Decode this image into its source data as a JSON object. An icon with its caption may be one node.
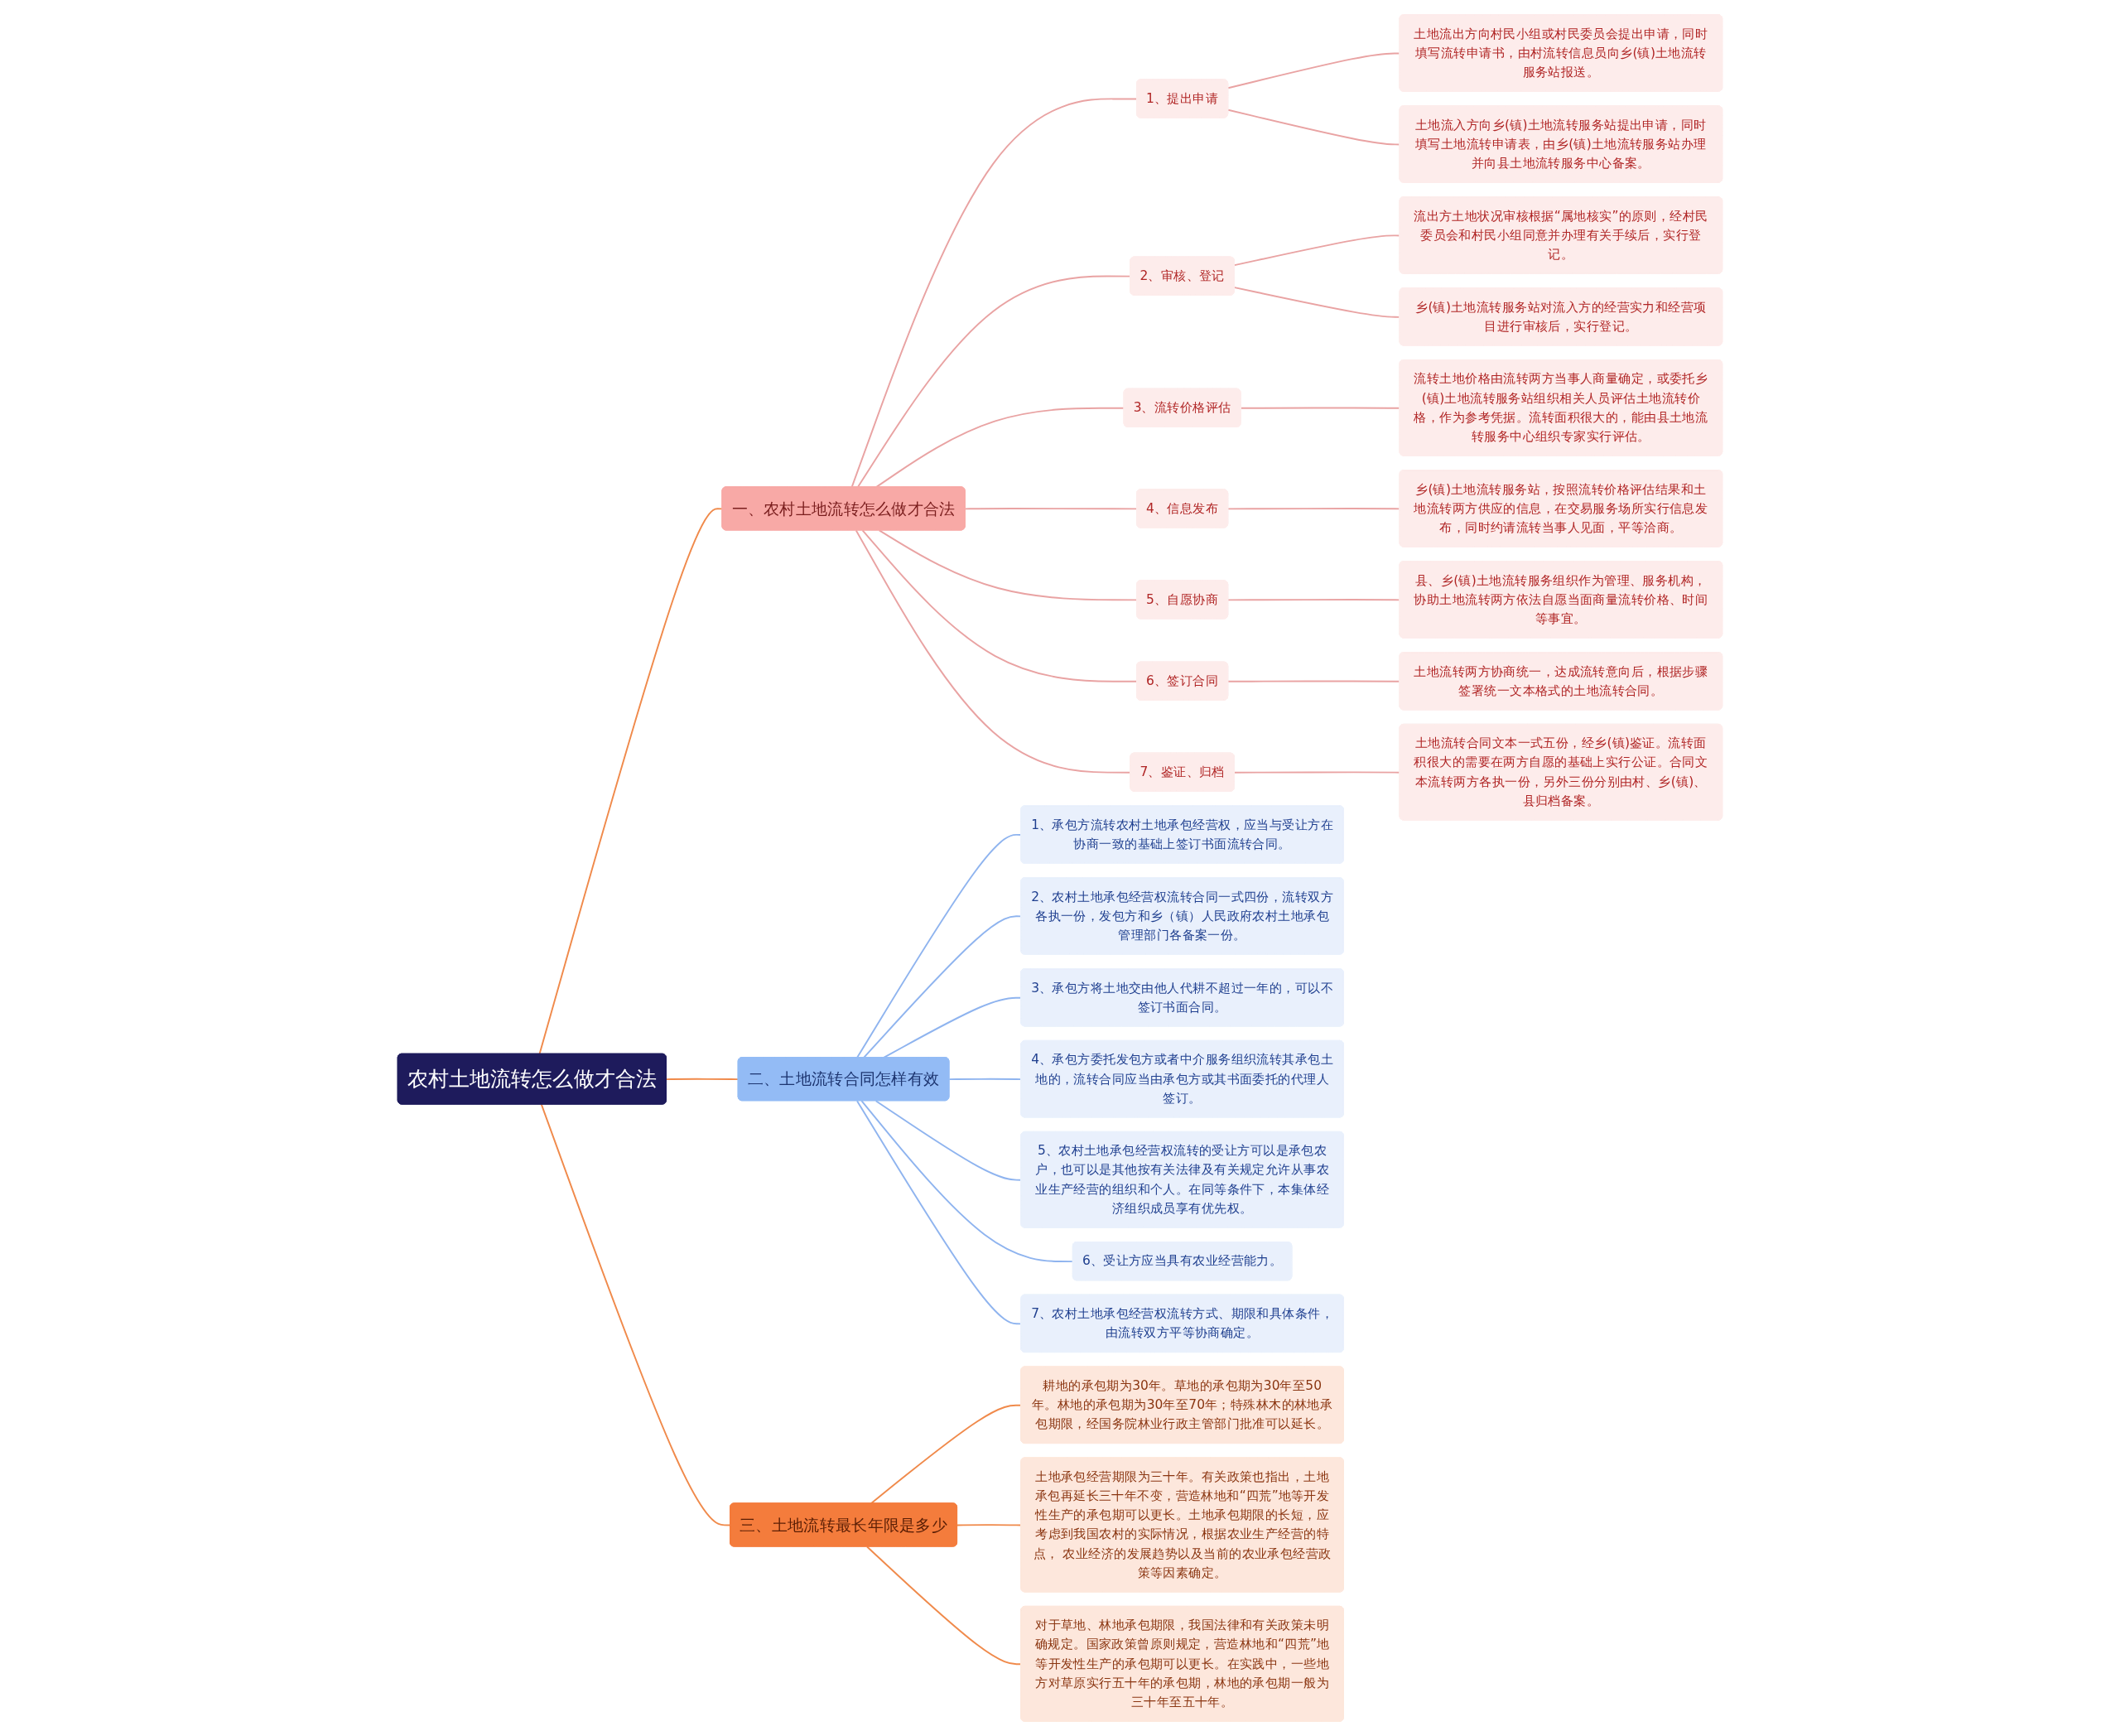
{
  "diagram": {
    "nodes": [
      {
        "text": [
          "农村土地流转怎么做才合法"
        ]
      },
      {
        "text": [
          "一、农村土地流转怎么做才合法"
        ]
      },
      {
        "text": [
          "1、提出申请"
        ]
      },
      {
        "text": [
          "土地流出方向村民小组或村民委员会提出申请，同时填写流转申请书，由村流转信息员向乡(镇)土地流转服务站报送。"
        ]
      },
      {
        "text": [
          "土地流入方向乡(镇)土地流转服务站提出申请，同时填写土地流转申请表，由乡(镇)土地流转服务站办理并向县土地流转服务中心备案。"
        ]
      },
      {
        "text": [
          "2、审核、登记"
        ]
      },
      {
        "text": [
          "流出方土地状况审核根据“属地核实”的原则，经村民委员会和村民小组同意并办理有关手续后，实行登记。"
        ]
      },
      {
        "text": [
          "乡(镇)土地流转服务站对流入方的经营实力和经营项目进行审核后，实行登记。"
        ]
      },
      {
        "text": [
          "3、流转价格评估"
        ]
      },
      {
        "text": [
          "流转土地价格由流转两方当事人商量确定，或委托乡(镇)土地流转服务站组织相关人员评估土地流转价格，作为参考凭据。流转面积很大的，能由县土地流转服务中心组织专家实行评估。"
        ]
      },
      {
        "text": [
          "4、信息发布"
        ]
      },
      {
        "text": [
          "乡(镇)土地流转服务站，按照流转价格评估结果和土地流转两方供应的信息，在交易服务场所实行信息发布，同时约请流转当事人见面，平等洽商。"
        ]
      },
      {
        "text": [
          "5、自愿协商"
        ]
      },
      {
        "text": [
          "县、乡(镇)土地流转服务组织作为管理、服务机构，协助土地流转两方依法自愿当面商量流转价格、时间等事宜。"
        ]
      },
      {
        "text": [
          "6、签订合同"
        ]
      },
      {
        "text": [
          "土地流转两方协商统一，达成流转意向后，根据步骤签署统一文本格式的土地流转合同。"
        ]
      },
      {
        "text": [
          "7、鉴证、归档"
        ]
      },
      {
        "text": [
          "土地流转合同文本一式五份，经乡(镇)鉴证。流转面积很大的需要在两方自愿的基础上实行公证。合同文本流转两方各执一份，另外三份分别由村、乡(镇)、县归档备案。"
        ]
      },
      {
        "text": [
          "二、土地流转合同怎样有效"
        ]
      },
      {
        "text": [
          "1、承包方流转农村土地承包经营权，应当与受让方在协商一致的基础上签订书面流转合同。"
        ]
      },
      {
        "text": [
          "2、农村土地承包经营权流转合同一式四份，流转双方各执一份，发包方和乡（镇）人民政府农村土地承包管理部门各备案一份。"
        ]
      },
      {
        "text": [
          "3、承包方将土地交由他人代耕不超过一年的，可以不签订书面合同。"
        ]
      },
      {
        "text": [
          "4、承包方委托发包方或者中介服务组织流转其承包土地的，流转合同应当由承包方或其书面委托的代理人签订。"
        ]
      },
      {
        "text": [
          "5、农村土地承包经营权流转的受让方可以是承包农户，也可以是其他按有关法律及有关规定允许从事农业生产经营的组织和个人。在同等条件下，本集体经济组织成员享有优先权。"
        ]
      },
      {
        "text": [
          "6、受让方应当具有农业经营能力。"
        ]
      },
      {
        "text": [
          "7、农村土地承包经营权流转方式、期限和具体条件，由流转双方平等协商确定。"
        ]
      },
      {
        "text": [
          "三、土地流转最长年限是多少"
        ]
      },
      {
        "text": [
          "耕地的承包期为30年。草地的承包期为30年至50年。林地的承包期为30年至70年；特殊林木的林地承包期限，经国务院林业行政主管部门批准可以延长。"
        ]
      },
      {
        "text": [
          "土地承包经营期限为三十年。有关政策也指出，土地承包再延长三十年不变，营造林地和“四荒”地等开发性生产的承包期可以更长。土地承包期限的长短，应考虑到我国农村的实际情况，根据农业生产经营的特点， 农业经济的发展趋势以及当前的农业承包经营政策等因素确定。"
        ]
      },
      {
        "text": [
          "对于草地、林地承包期限，我国法律和有关政策未明确规定。国家政策曾原则规定，营造林地和“四荒”地等开发性生产的承包期可以更长。在实践中，一些地方对草原实行五十年的承包期，林地的承包期一般为三十年至五十年。"
        ]
      }
    ],
    "edges": [
      {
        "from": 0,
        "to": 1,
        "arrow": "none",
        "color": "#f08a4b"
      },
      {
        "from": 1,
        "to": 2,
        "arrow": "none"
      },
      {
        "from": 2,
        "to": 3,
        "arrow": "none"
      },
      {
        "from": 2,
        "to": 4,
        "arrow": "none"
      },
      {
        "from": 1,
        "to": 5,
        "arrow": "none"
      },
      {
        "from": 5,
        "to": 6,
        "arrow": "none"
      },
      {
        "from": 5,
        "to": 7,
        "arrow": "none"
      },
      {
        "from": 1,
        "to": 8,
        "arrow": "none"
      },
      {
        "from": 8,
        "to": 9,
        "arrow": "none"
      },
      {
        "from": 1,
        "to": 10,
        "arrow": "none"
      },
      {
        "from": 10,
        "to": 11,
        "arrow": "none"
      },
      {
        "from": 1,
        "to": 12,
        "arrow": "none"
      },
      {
        "from": 12,
        "to": 13,
        "arrow": "none"
      },
      {
        "from": 1,
        "to": 14,
        "arrow": "none"
      },
      {
        "from": 14,
        "to": 15,
        "arrow": "none"
      },
      {
        "from": 1,
        "to": 16,
        "arrow": "none"
      },
      {
        "from": 16,
        "to": 17,
        "arrow": "none"
      },
      {
        "from": 0,
        "to": 18,
        "arrow": "none",
        "color": "#f08a4b"
      },
      {
        "from": 18,
        "to": 19,
        "arrow": "none",
        "color": "#8fb4ef"
      },
      {
        "from": 18,
        "to": 20,
        "arrow": "none",
        "color": "#8fb4ef"
      },
      {
        "from": 18,
        "to": 21,
        "arrow": "none",
        "color": "#8fb4ef"
      },
      {
        "from": 18,
        "to": 22,
        "arrow": "none",
        "color": "#8fb4ef"
      },
      {
        "from": 18,
        "to": 23,
        "arrow": "none",
        "color": "#8fb4ef"
      },
      {
        "from": 18,
        "to": 24,
        "arrow": "none",
        "color": "#8fb4ef"
      },
      {
        "from": 18,
        "to": 25,
        "arrow": "none",
        "color": "#8fb4ef"
      },
      {
        "from": 0,
        "to": 26,
        "arrow": "none",
        "color": "#f08a4b"
      },
      {
        "from": 26,
        "to": 27,
        "arrow": "none",
        "color": "#f08a4b"
      },
      {
        "from": 26,
        "to": 28,
        "arrow": "none",
        "color": "#f08a4b"
      },
      {
        "from": 26,
        "to": 29,
        "arrow": "none",
        "color": "#f08a4b"
      }
    ]
  }
}
